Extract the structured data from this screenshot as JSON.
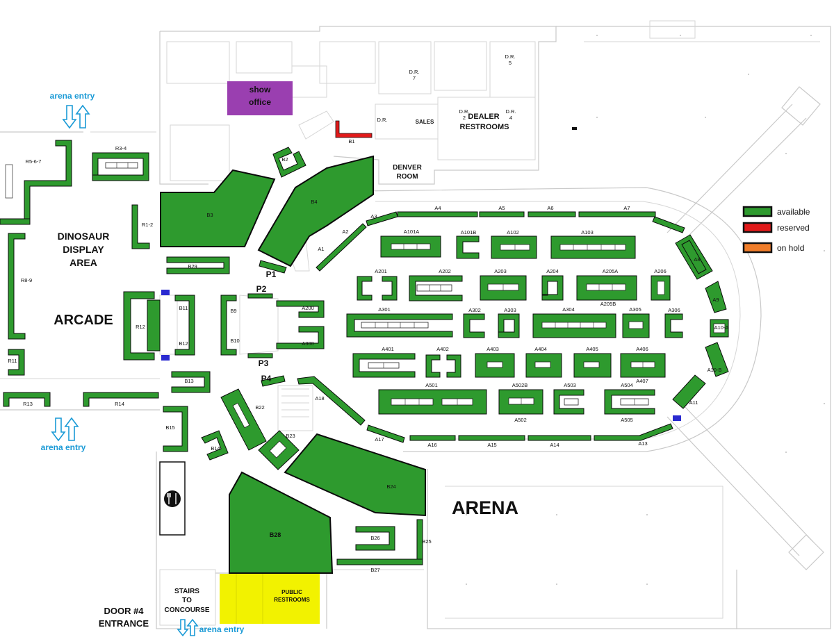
{
  "areas": {
    "show_office": [
      "show",
      "office"
    ],
    "dealer_restrooms": [
      "DEALER",
      "RESTROOMS"
    ],
    "denver_room": [
      "DENVER",
      "ROOM"
    ],
    "sales": "SALES",
    "dinosaur_display": [
      "DINOSAUR",
      "DISPLAY",
      "AREA"
    ],
    "arcade": "ARCADE",
    "arena": "ARENA",
    "public_restrooms": [
      "PUBLIC",
      "RESTROOMS"
    ],
    "stairs": [
      "STAIRS",
      "TO",
      "CONCOURSE"
    ],
    "door4": [
      "DOOR #4",
      "ENTRANCE"
    ],
    "dressing_rooms": [
      "D.R.",
      "D.R.",
      "D.R.",
      "D.R.",
      "D.R."
    ],
    "dressing_room_numbers": [
      "7",
      "5",
      "2",
      "4"
    ]
  },
  "entries": {
    "arena_entry_nw": "arena entry",
    "arena_entry_sw": "arena entry",
    "arena_entry_s": "arena entry"
  },
  "legend": {
    "available": {
      "label": "available",
      "color": "#2e9a2e"
    },
    "reserved": {
      "label": "reserved",
      "color": "#e11a1a"
    },
    "on_hold": {
      "label": "on hold",
      "color": "#f07d2a"
    }
  },
  "colors": {
    "booth_available": "#2e9a2e",
    "reserved": "#e11a1a",
    "show_office": "#9a3fb0",
    "public_restrooms": "#f2f200",
    "entry_arrow": "#1a9ad6"
  },
  "stages": {
    "p1": "P1",
    "p2": "P2",
    "p3": "P3",
    "p4": "P4"
  },
  "booths": {
    "a1": "A1",
    "a2": "A2",
    "a3": "A3",
    "a4": "A4",
    "a5": "A5",
    "a6": "A6",
    "a7": "A7",
    "a8": "A8",
    "a9": "A9",
    "a10a": "A10-A",
    "a10b": "A10-B",
    "a11": "A11",
    "a13": "A13",
    "a14": "A14",
    "a15": "A15",
    "a16": "A16",
    "a17": "A17",
    "a18": "A18",
    "a101a": "A101A",
    "a101b": "A101B",
    "a102": "A102",
    "a103": "A103",
    "a200": "A200",
    "a201": "A201",
    "a202": "A202",
    "a203": "A203",
    "a204": "A204",
    "a205a": "A205A",
    "a205b": "A205B",
    "a206": "A206",
    "a300": "A300",
    "a301": "A301",
    "a302": "A302",
    "a303": "A303",
    "a304": "A304",
    "a305": "A305",
    "a306": "A306",
    "a401": "A401",
    "a402": "A402",
    "a403": "A403",
    "a404": "A404",
    "a405": "A405",
    "a406": "A406",
    "a407": "A407",
    "a501": "A501",
    "a502": "A502",
    "a502b": "A502B",
    "a503": "A503",
    "a504": "A504",
    "a505": "A505",
    "b1": "B1",
    "b2": "B2",
    "b3": "B3",
    "b4": "B4",
    "b9": "B9",
    "b10": "B10",
    "b11": "B11",
    "b12": "B12",
    "b13": "B13",
    "b14": "B14",
    "b15": "B15",
    "b22": "B22",
    "b23": "B23",
    "b24": "B24",
    "b25": "B25",
    "b26": "B26",
    "b27": "B27",
    "b28": "B28",
    "b29": "B29",
    "r12": "R1-2",
    "r34": "R3-4",
    "r567": "R5-6-7",
    "r89": "R8-9",
    "r11": "R11",
    "r12b": "R12",
    "r13": "R13",
    "r14": "R14"
  }
}
